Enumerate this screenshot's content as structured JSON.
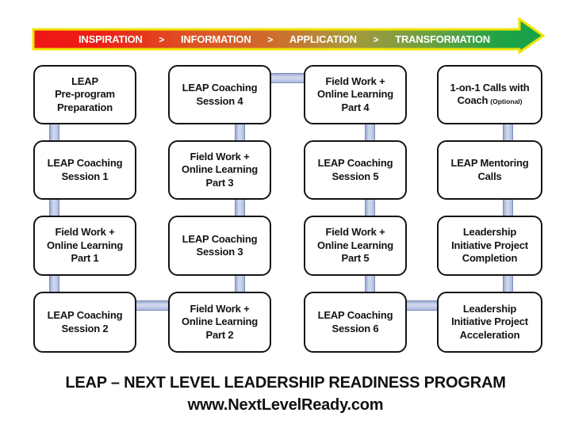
{
  "banner": {
    "labels": [
      "INSPIRATION",
      "INFORMATION",
      "APPLICATION",
      "TRANSFORMATION"
    ],
    "separator": ">",
    "colors": {
      "gradient_start": "#ee1616",
      "gradient_orange": "#cf6c2e",
      "gradient_olive": "#a8983e",
      "gradient_end": "#1ea348",
      "outline": "#f0e400",
      "text": "#ffffff"
    }
  },
  "flow": {
    "connector_color": "#c3cde9",
    "boxes": [
      {
        "id": "leap-pre-program-preparation",
        "lines": [
          "LEAP",
          "Pre-program",
          "Preparation"
        ]
      },
      {
        "id": "leap-coaching-session-1",
        "lines": [
          "LEAP Coaching",
          "Session 1"
        ]
      },
      {
        "id": "field-work-online-learning-part-1",
        "lines": [
          "Field Work +",
          "Online Learning",
          "Part 1"
        ]
      },
      {
        "id": "leap-coaching-session-2",
        "lines": [
          "LEAP Coaching",
          "Session 2"
        ]
      },
      {
        "id": "leap-coaching-session-4",
        "lines": [
          "LEAP Coaching",
          "Session 4"
        ]
      },
      {
        "id": "field-work-online-learning-part-3",
        "lines": [
          "Field Work +",
          "Online Learning",
          "Part 3"
        ]
      },
      {
        "id": "leap-coaching-session-3",
        "lines": [
          "LEAP Coaching",
          "Session 3"
        ]
      },
      {
        "id": "field-work-online-learning-part-2",
        "lines": [
          "Field Work +",
          "Online Learning",
          "Part 2"
        ]
      },
      {
        "id": "field-work-online-learning-part-4",
        "lines": [
          "Field Work +",
          "Online Learning",
          "Part 4"
        ]
      },
      {
        "id": "leap-coaching-session-5",
        "lines": [
          "LEAP Coaching",
          "Session 5"
        ]
      },
      {
        "id": "field-work-online-learning-part-5",
        "lines": [
          "Field Work +",
          "Online Learning",
          "Part 5"
        ]
      },
      {
        "id": "leap-coaching-session-6",
        "lines": [
          "LEAP Coaching",
          "Session 6"
        ]
      },
      {
        "id": "one-on-one-calls-with-coach",
        "lines": [
          "1-on-1 Calls with"
        ],
        "line2_main": "Coach",
        "line2_suffix": "(Optional)"
      },
      {
        "id": "leap-mentoring-calls",
        "lines": [
          "LEAP Mentoring",
          "Calls"
        ]
      },
      {
        "id": "leadership-initiative-project-completion",
        "lines": [
          "Leadership",
          "Initiative Project",
          "Completion"
        ]
      },
      {
        "id": "leadership-initiative-project-acceleration",
        "lines": [
          "Leadership",
          "Initiative Project",
          "Acceleration"
        ]
      }
    ]
  },
  "footer": {
    "title": "LEAP – NEXT LEVEL LEADERSHIP READINESS PROGRAM",
    "website": "www.NextLevelReady.com"
  }
}
